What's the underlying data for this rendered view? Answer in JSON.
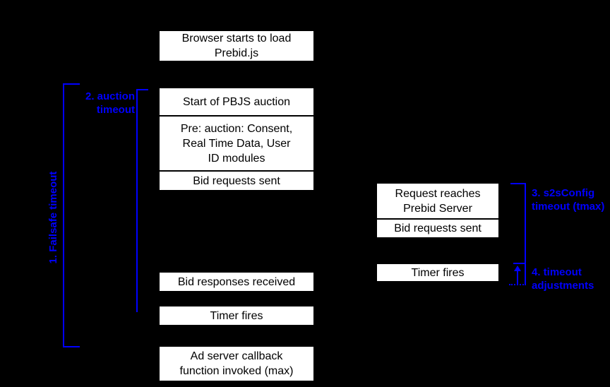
{
  "colors": {
    "background": "#000000",
    "box_fill": "#ffffff",
    "box_border": "#000000",
    "box_text": "#000000",
    "accent_blue": "#0000ff"
  },
  "left_timeline": {
    "browser_load": "Browser starts to load\nPrebid.js",
    "auction_start": "Start of PBJS auction",
    "pre_auction": "Pre: auction: Consent,\nReal Time Data, User\nID modules",
    "bid_requests_sent": "Bid requests sent",
    "bid_responses_received": "Bid responses received",
    "timer_fires": "Timer fires",
    "ad_server_callback": "Ad server callback\nfunction invoked (max)"
  },
  "right_timeline": {
    "request_reaches_server": "Request reaches\nPrebid Server",
    "bid_requests_sent": "Bid requests sent",
    "timer_fires": "Timer fires"
  },
  "annotations": {
    "failsafe_timeout": "1. Failsafe timeout",
    "auction_timeout": "2. auction\ntimeout",
    "s2s_timeout": "3. s2sConfig\ntimeout (tmax)",
    "timeout_adjustments": "4. timeout\nadjustments"
  }
}
